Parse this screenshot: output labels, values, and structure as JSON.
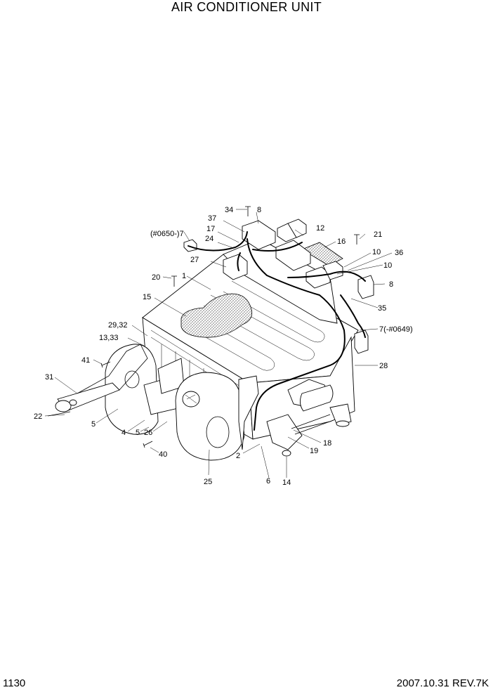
{
  "document": {
    "title": "AIR CONDITIONER UNIT",
    "page_number": "1130",
    "date_revision": "2007.10.31  REV.7K"
  },
  "callouts": {
    "c34": "34",
    "c8a": "8",
    "c37": "37",
    "c12": "12",
    "c0650": "(#0650-)7",
    "c17": "17",
    "c24": "24",
    "c21": "21",
    "c16": "16",
    "c10a": "10",
    "c36": "36",
    "c10b": "10",
    "c27": "27",
    "c20": "20",
    "c1": "1",
    "c8b": "8",
    "c15": "15",
    "c35": "35",
    "c2932": "29,32",
    "c1333": "13,33",
    "c0649": "7(-#0649)",
    "c41": "41",
    "c28": "28",
    "c31": "31",
    "c22": "22",
    "c5a": "5",
    "c4": "4",
    "c5b": "5",
    "c26": "26",
    "c40": "40",
    "c2": "2",
    "c18": "18",
    "c19": "19",
    "c25": "25",
    "c6": "6",
    "c14": "14"
  }
}
